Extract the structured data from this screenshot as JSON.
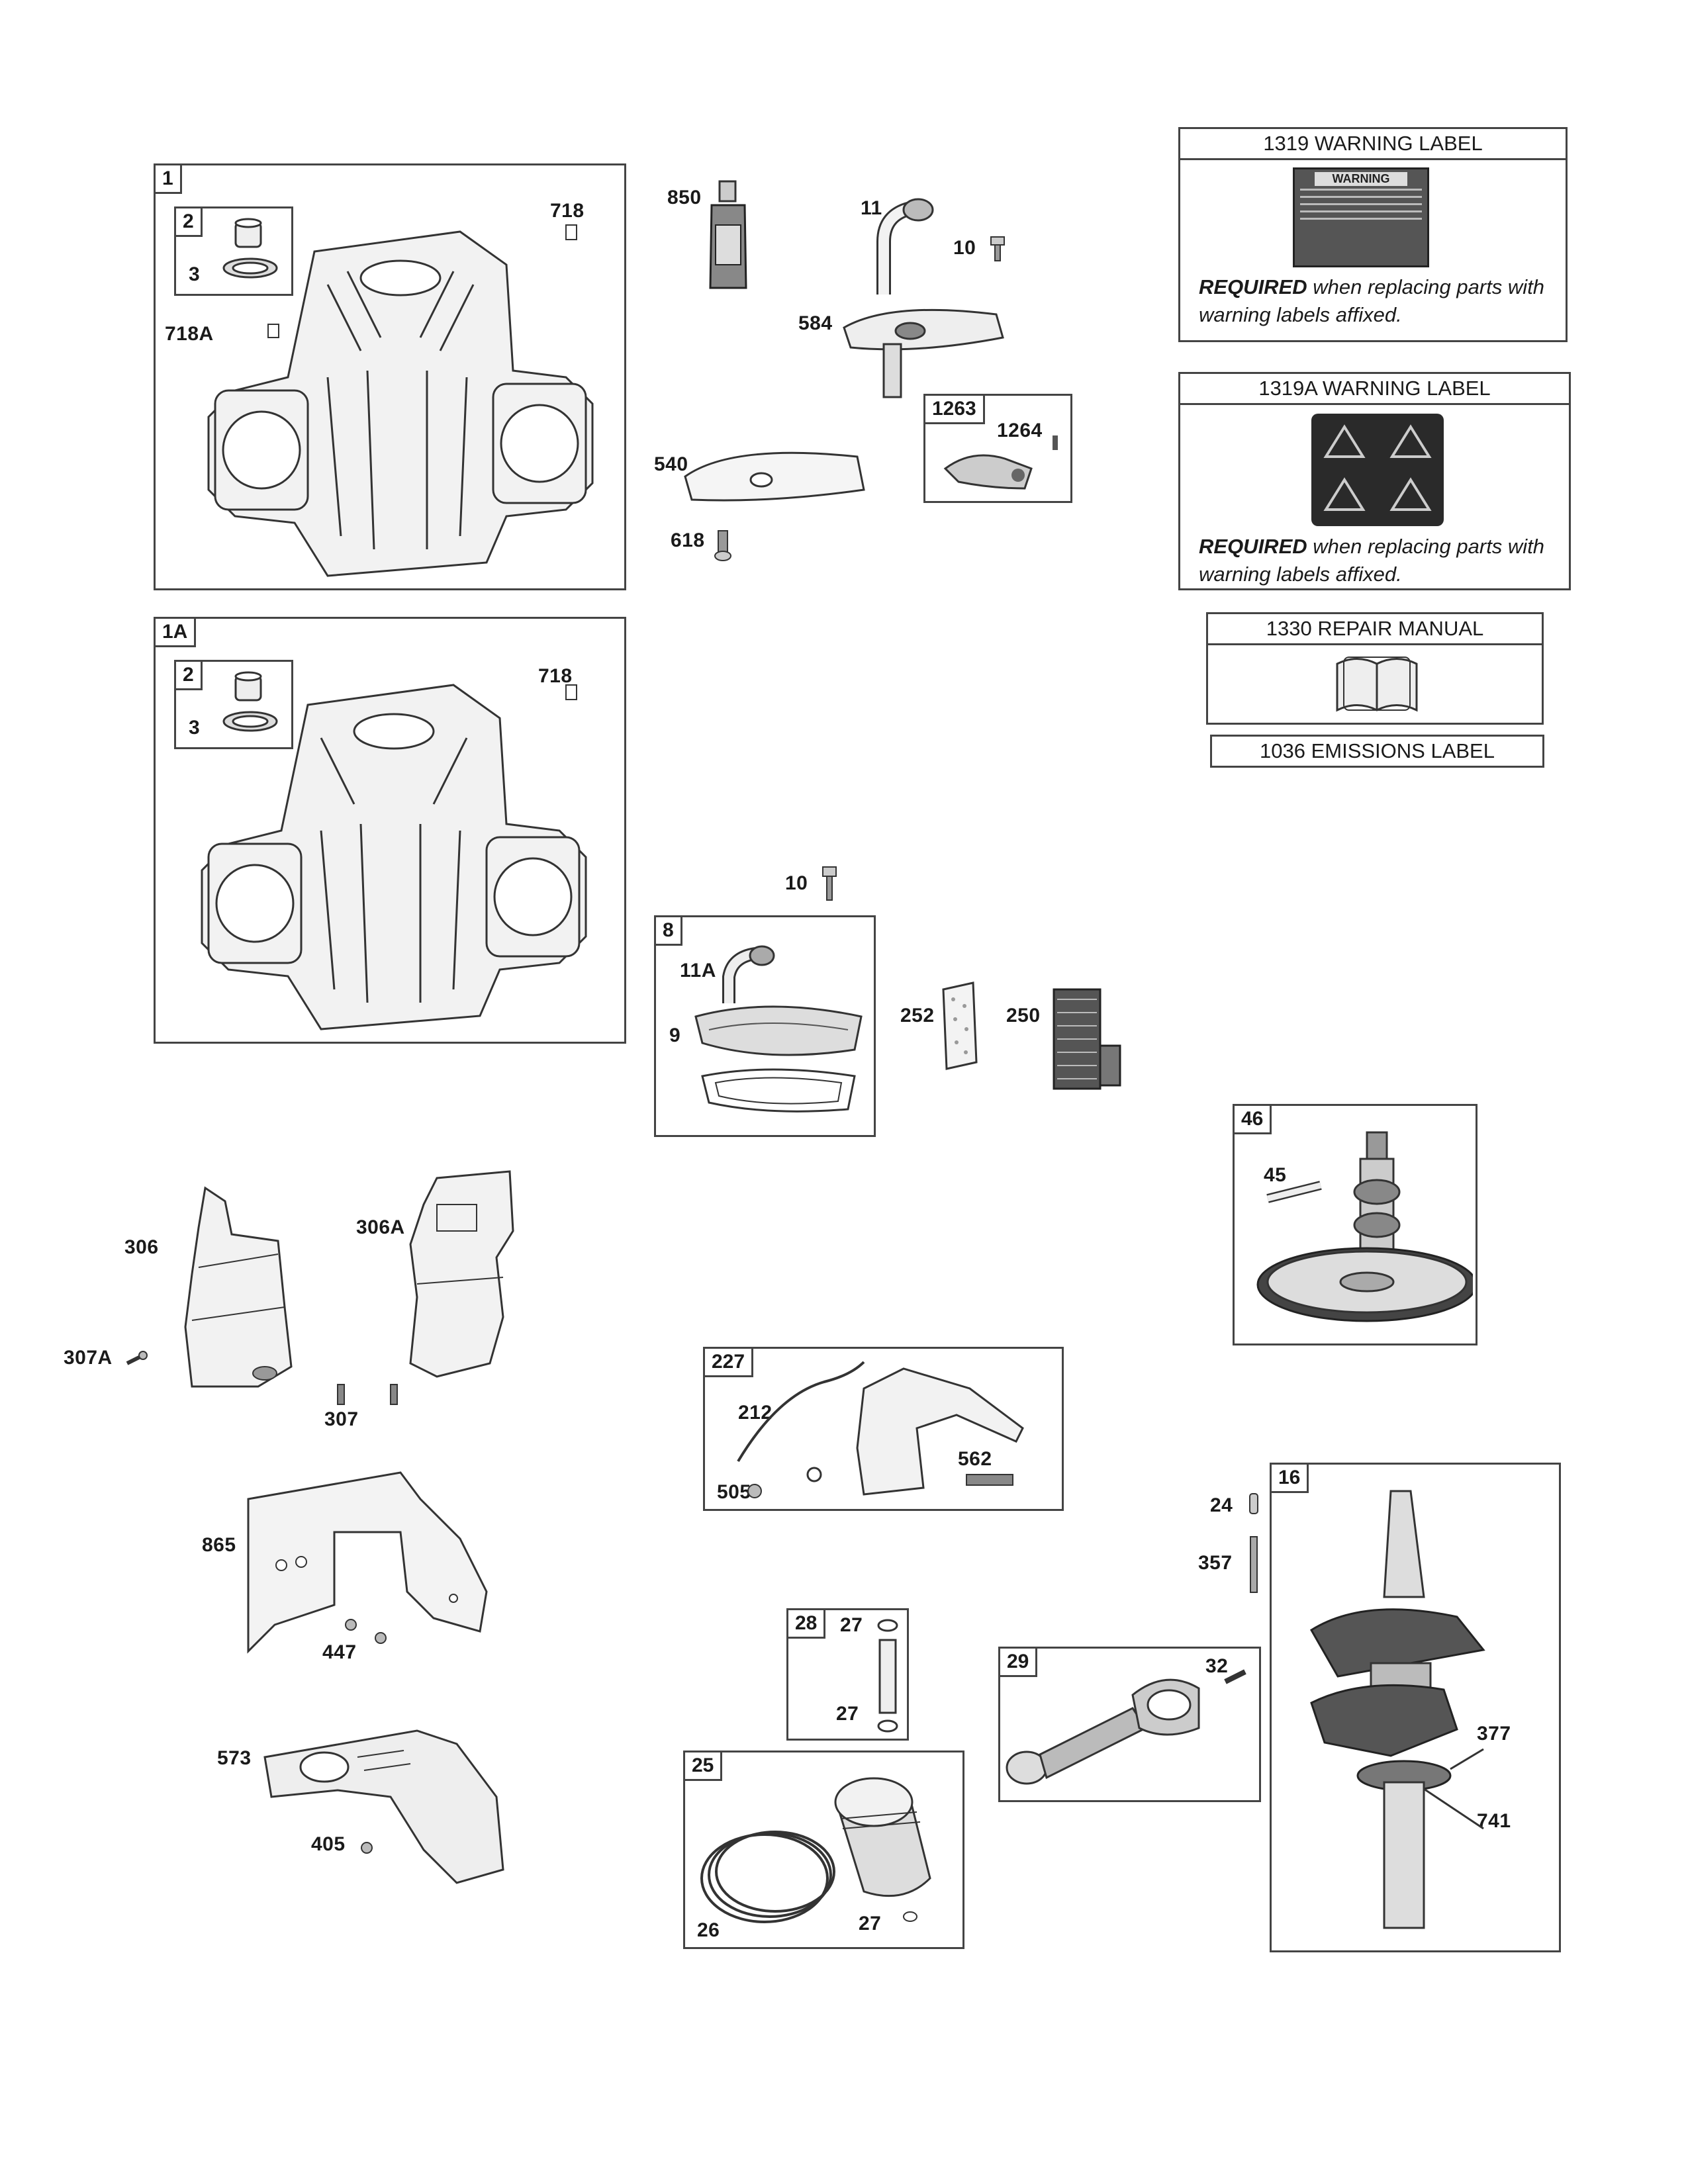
{
  "boxes": {
    "b1": "1",
    "b1_sub": "2",
    "b1a": "1A",
    "b1a_sub": "2",
    "b8": "8",
    "b227": "227",
    "b46": "46",
    "b16": "16",
    "b28": "28",
    "b29": "29",
    "b25": "25",
    "b1263": "1263"
  },
  "parts": {
    "p718": "718",
    "p718a": "718A",
    "p3": "3",
    "p718_b": "718",
    "p3_b": "3",
    "p850": "850",
    "p11": "11",
    "p10": "10",
    "p584": "584",
    "p1264": "1264",
    "p540": "540",
    "p618": "618",
    "p10_b": "10",
    "p11a": "11A",
    "p9": "9",
    "p252": "252",
    "p250": "250",
    "p306": "306",
    "p306a": "306A",
    "p307a": "307A",
    "p307": "307",
    "p865": "865",
    "p447": "447",
    "p573": "573",
    "p405": "405",
    "p212": "212",
    "p505": "505",
    "p562": "562",
    "p45": "45",
    "p24": "24",
    "p357": "357",
    "p377": "377",
    "p741": "741",
    "p27a": "27",
    "p27b": "27",
    "p32": "32",
    "p26": "26",
    "p27c": "27"
  },
  "labels": {
    "warning1_title": "1319 WARNING LABEL",
    "warning1_text_bold": "REQUIRED",
    "warning1_text": " when replacing parts with warning labels affixed.",
    "warning1_badge": "WARNING",
    "warning2_title": "1319A WARNING LABEL",
    "warning2_text_bold": "REQUIRED",
    "warning2_text": " when replacing parts with warning labels affixed.",
    "manual_title": "1330 REPAIR MANUAL",
    "emissions_title": "1036 EMISSIONS LABEL"
  },
  "icons": {
    "crankcase": "engine-crankcase-icon",
    "sealant": "sealant-tube-icon",
    "book": "repair-manual-book-icon"
  }
}
